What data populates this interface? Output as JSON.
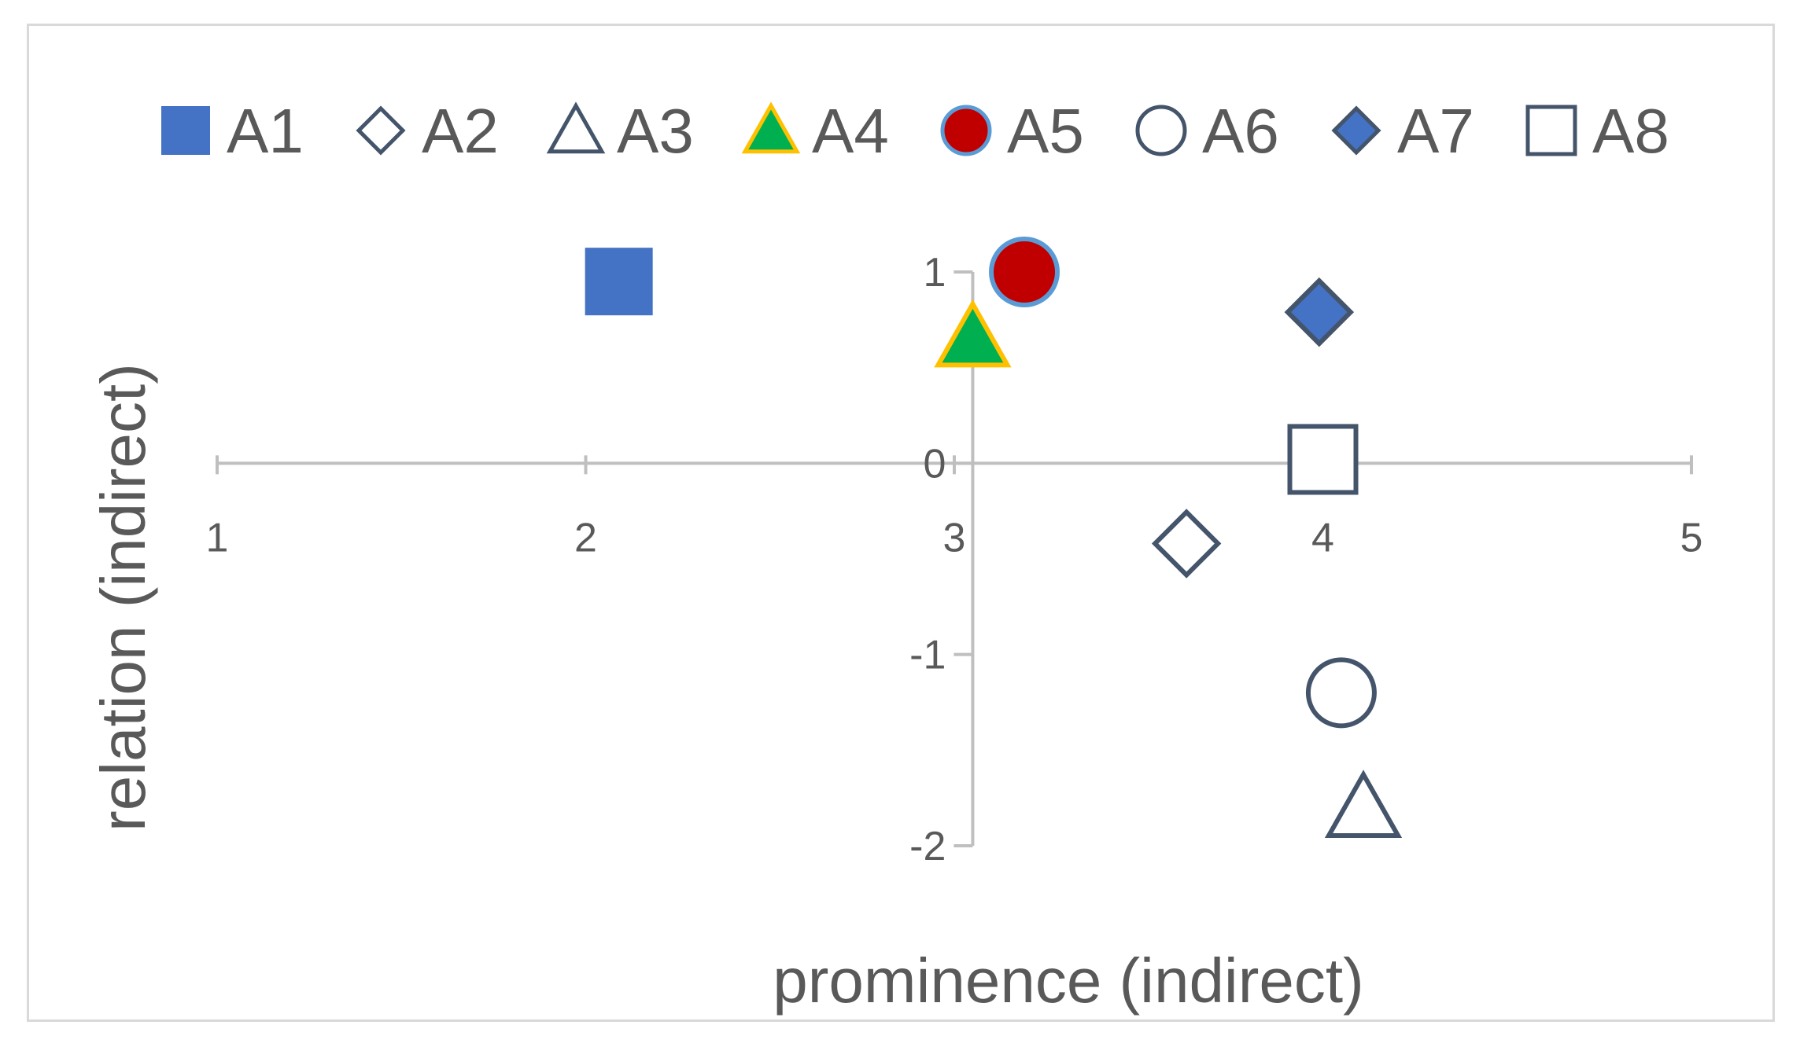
{
  "chart_data": {
    "type": "scatter",
    "xlabel": "prominence (indirect)",
    "ylabel": "relation (indirect)",
    "xlim": [
      1,
      5
    ],
    "ylim": [
      -2,
      1
    ],
    "x_ticks": [
      "1",
      "2",
      "3",
      "4",
      "5"
    ],
    "y_ticks": [
      "1",
      "0",
      "-1",
      "-2"
    ],
    "grid": false,
    "legend_position": "top",
    "series": [
      {
        "name": "A1",
        "x": 2.09,
        "y": 0.95,
        "marker": "square",
        "fill": "#4472C4",
        "stroke": "#4472C4"
      },
      {
        "name": "A2",
        "x": 3.63,
        "y": -0.42,
        "marker": "diamond",
        "fill": "#ffffff",
        "stroke": "#44546A"
      },
      {
        "name": "A3",
        "x": 4.11,
        "y": -1.8,
        "marker": "triangle",
        "fill": "#ffffff",
        "stroke": "#44546A"
      },
      {
        "name": "A4",
        "x": 3.05,
        "y": 0.66,
        "marker": "triangle",
        "fill": "#00B050",
        "stroke": "#FFC000"
      },
      {
        "name": "A5",
        "x": 3.19,
        "y": 1.0,
        "marker": "circle",
        "fill": "#C00000",
        "stroke": "#5B9BD5"
      },
      {
        "name": "A6",
        "x": 4.05,
        "y": -1.2,
        "marker": "circle",
        "fill": "#ffffff",
        "stroke": "#44546A"
      },
      {
        "name": "A7",
        "x": 3.99,
        "y": 0.79,
        "marker": "diamond",
        "fill": "#4472C4",
        "stroke": "#44546A"
      },
      {
        "name": "A8",
        "x": 4.0,
        "y": 0.02,
        "marker": "square",
        "fill": "#ffffff",
        "stroke": "#44546A"
      }
    ]
  },
  "colors": {
    "axis": "#bfbfbf",
    "text": "#595959",
    "frame": "#d9d9d9"
  }
}
